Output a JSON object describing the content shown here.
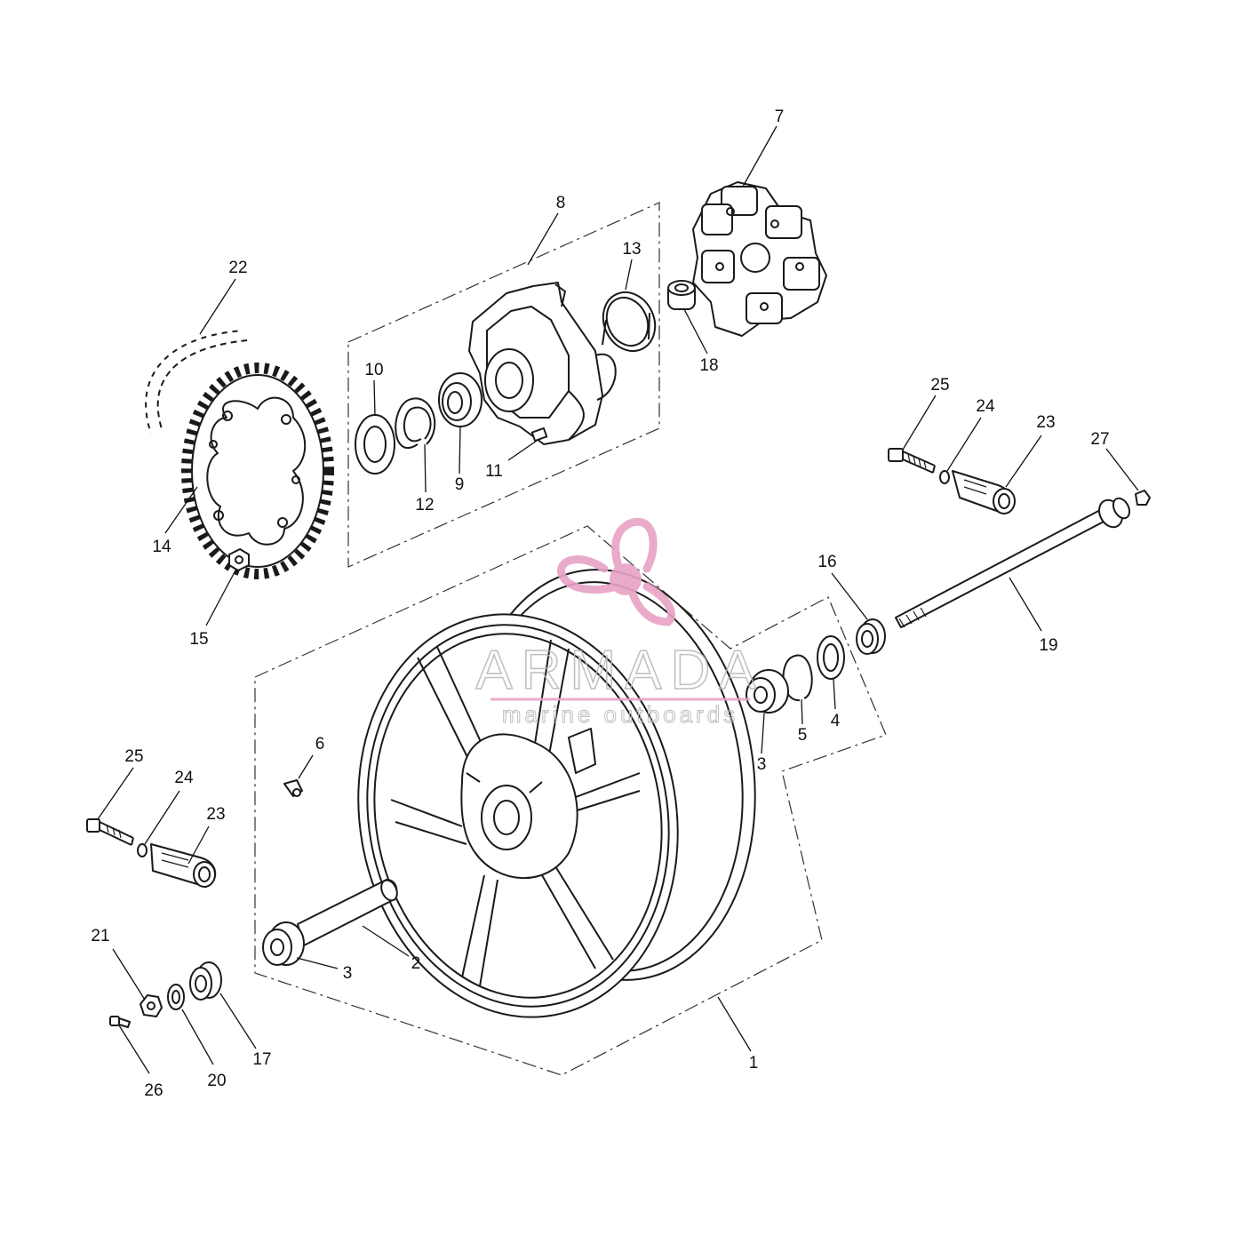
{
  "watermark": {
    "brand": "ARMADA",
    "tagline": "marine outboards",
    "color": "#e8a3c6",
    "icon": "propeller-icon"
  },
  "callouts": [
    {
      "id": "c1",
      "label": "1"
    },
    {
      "id": "c2",
      "label": "2"
    },
    {
      "id": "c3a",
      "label": "3"
    },
    {
      "id": "c3b",
      "label": "3"
    },
    {
      "id": "c4",
      "label": "4"
    },
    {
      "id": "c5",
      "label": "5"
    },
    {
      "id": "c6",
      "label": "6"
    },
    {
      "id": "c7",
      "label": "7"
    },
    {
      "id": "c8",
      "label": "8"
    },
    {
      "id": "c9",
      "label": "9"
    },
    {
      "id": "c10",
      "label": "10"
    },
    {
      "id": "c11",
      "label": "11"
    },
    {
      "id": "c12",
      "label": "12"
    },
    {
      "id": "c13",
      "label": "13"
    },
    {
      "id": "c14",
      "label": "14"
    },
    {
      "id": "c15",
      "label": "15"
    },
    {
      "id": "c16",
      "label": "16"
    },
    {
      "id": "c17",
      "label": "17"
    },
    {
      "id": "c18",
      "label": "18"
    },
    {
      "id": "c19",
      "label": "19"
    },
    {
      "id": "c20",
      "label": "20"
    },
    {
      "id": "c21",
      "label": "21"
    },
    {
      "id": "c22",
      "label": "22"
    },
    {
      "id": "c23a",
      "label": "23"
    },
    {
      "id": "c23b",
      "label": "23"
    },
    {
      "id": "c24a",
      "label": "24"
    },
    {
      "id": "c24b",
      "label": "24"
    },
    {
      "id": "c25a",
      "label": "25"
    },
    {
      "id": "c25b",
      "label": "25"
    },
    {
      "id": "c26",
      "label": "26"
    },
    {
      "id": "c27",
      "label": "27"
    }
  ]
}
